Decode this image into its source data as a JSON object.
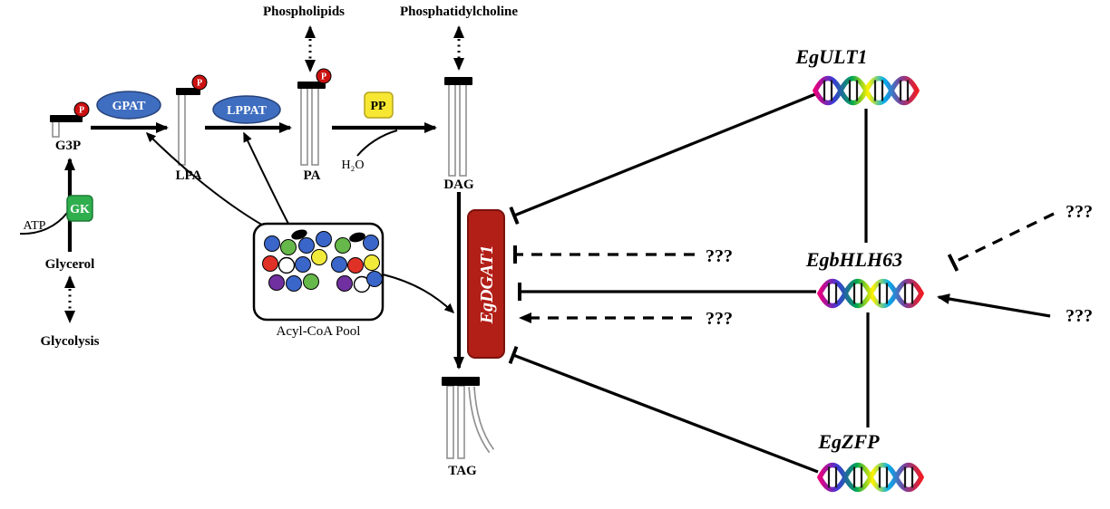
{
  "metabolites": {
    "phospholipids": "Phospholipids",
    "phosphatidylcholine": "Phosphatidylcholine",
    "g3p": "G3P",
    "lpa": "LPA",
    "pa": "PA",
    "dag": "DAG",
    "tag": "TAG",
    "glycerol": "Glycerol",
    "glycolysis": "Glycolysis",
    "atp": "ATP",
    "h2o": "H₂O",
    "acyl_coa_pool": "Acyl-CoA Pool",
    "phosphate": "P"
  },
  "enzymes": {
    "gk": "GK",
    "gpat": "GPAT",
    "lppat": "LPPAT",
    "pp": "PP",
    "dgat1": "EgDGAT1"
  },
  "regulators": {
    "ult1": "EgULT1",
    "bhlh63": "EgbHLH63",
    "zfp": "EgZFP",
    "unknown": "???"
  },
  "colors": {
    "enzyme_blue": "#3f6ec0",
    "enzyme_green": "#2fae4e",
    "enzyme_yellow": "#f7e733",
    "dgat_red": "#b21f17",
    "phosphate_red": "#cc1111"
  }
}
